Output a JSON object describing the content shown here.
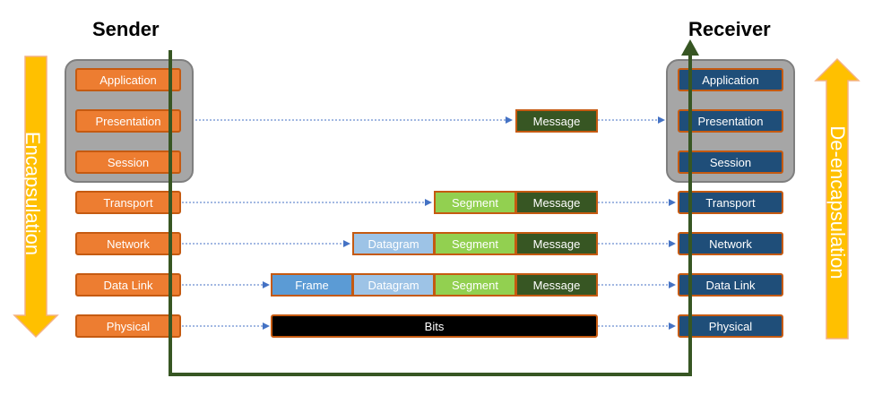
{
  "titles": {
    "sender": "Sender",
    "receiver": "Receiver"
  },
  "side_labels": {
    "left": "Encapsulation",
    "right": "De-encapsulation"
  },
  "sender_layers": [
    "Application",
    "Presentation",
    "Session",
    "Transport",
    "Network",
    "Data Link",
    "Physical"
  ],
  "receiver_layers": [
    "Application",
    "Presentation",
    "Session",
    "Transport",
    "Network",
    "Data Link",
    "Physical"
  ],
  "pdus": {
    "message": "Message",
    "segment": "Segment",
    "datagram": "Datagram",
    "frame": "Frame",
    "bits": "Bits"
  },
  "colors": {
    "sender_layer": "#ED7D31",
    "receiver_layer": "#1F4E79",
    "message": "#375623",
    "segment": "#92D050",
    "datagram": "#9DC3E6",
    "frame": "#5B9BD5",
    "bits": "#000000",
    "arrow_side": "#FFC000",
    "path_line": "#375623",
    "dotted_arrow": "#4472C4"
  }
}
